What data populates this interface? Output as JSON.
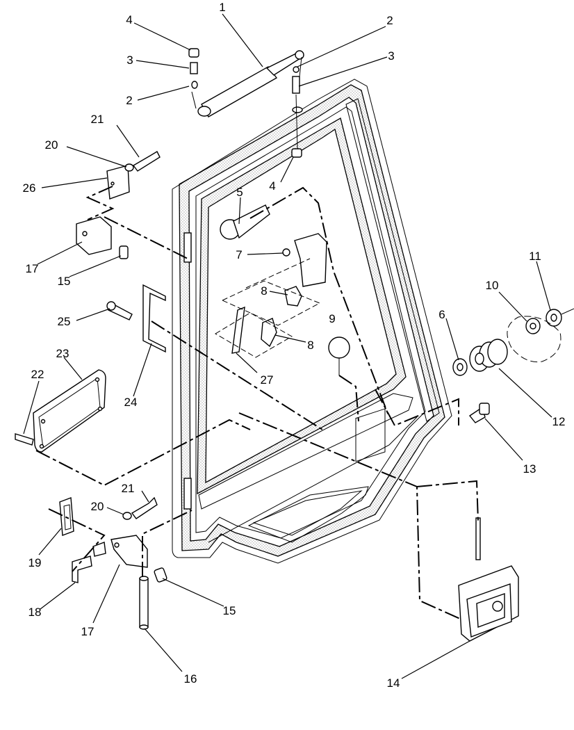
{
  "diagram": {
    "callouts": [
      {
        "id": "c1",
        "text": "1"
      },
      {
        "id": "c2a",
        "text": "2"
      },
      {
        "id": "c2b",
        "text": "2"
      },
      {
        "id": "c3a",
        "text": "3"
      },
      {
        "id": "c3b",
        "text": "3"
      },
      {
        "id": "c4a",
        "text": "4"
      },
      {
        "id": "c4b",
        "text": "4"
      },
      {
        "id": "c5",
        "text": "5"
      },
      {
        "id": "c6",
        "text": "6"
      },
      {
        "id": "c7",
        "text": "7"
      },
      {
        "id": "c8a",
        "text": "8"
      },
      {
        "id": "c8b",
        "text": "8"
      },
      {
        "id": "c9",
        "text": "9"
      },
      {
        "id": "c10",
        "text": "10"
      },
      {
        "id": "c11",
        "text": "11"
      },
      {
        "id": "c12",
        "text": "12"
      },
      {
        "id": "c13",
        "text": "13"
      },
      {
        "id": "c14",
        "text": "14"
      },
      {
        "id": "c15a",
        "text": "15"
      },
      {
        "id": "c15b",
        "text": "15"
      },
      {
        "id": "c16",
        "text": "16"
      },
      {
        "id": "c17a",
        "text": "17"
      },
      {
        "id": "c17b",
        "text": "17"
      },
      {
        "id": "c18",
        "text": "18"
      },
      {
        "id": "c19",
        "text": "19"
      },
      {
        "id": "c20a",
        "text": "20"
      },
      {
        "id": "c20b",
        "text": "20"
      },
      {
        "id": "c21a",
        "text": "21"
      },
      {
        "id": "c21b",
        "text": "21"
      },
      {
        "id": "c22",
        "text": "22"
      },
      {
        "id": "c23",
        "text": "23"
      },
      {
        "id": "c24",
        "text": "24"
      },
      {
        "id": "c25",
        "text": "25"
      },
      {
        "id": "c26",
        "text": "26"
      },
      {
        "id": "c27",
        "text": "27"
      }
    ]
  }
}
